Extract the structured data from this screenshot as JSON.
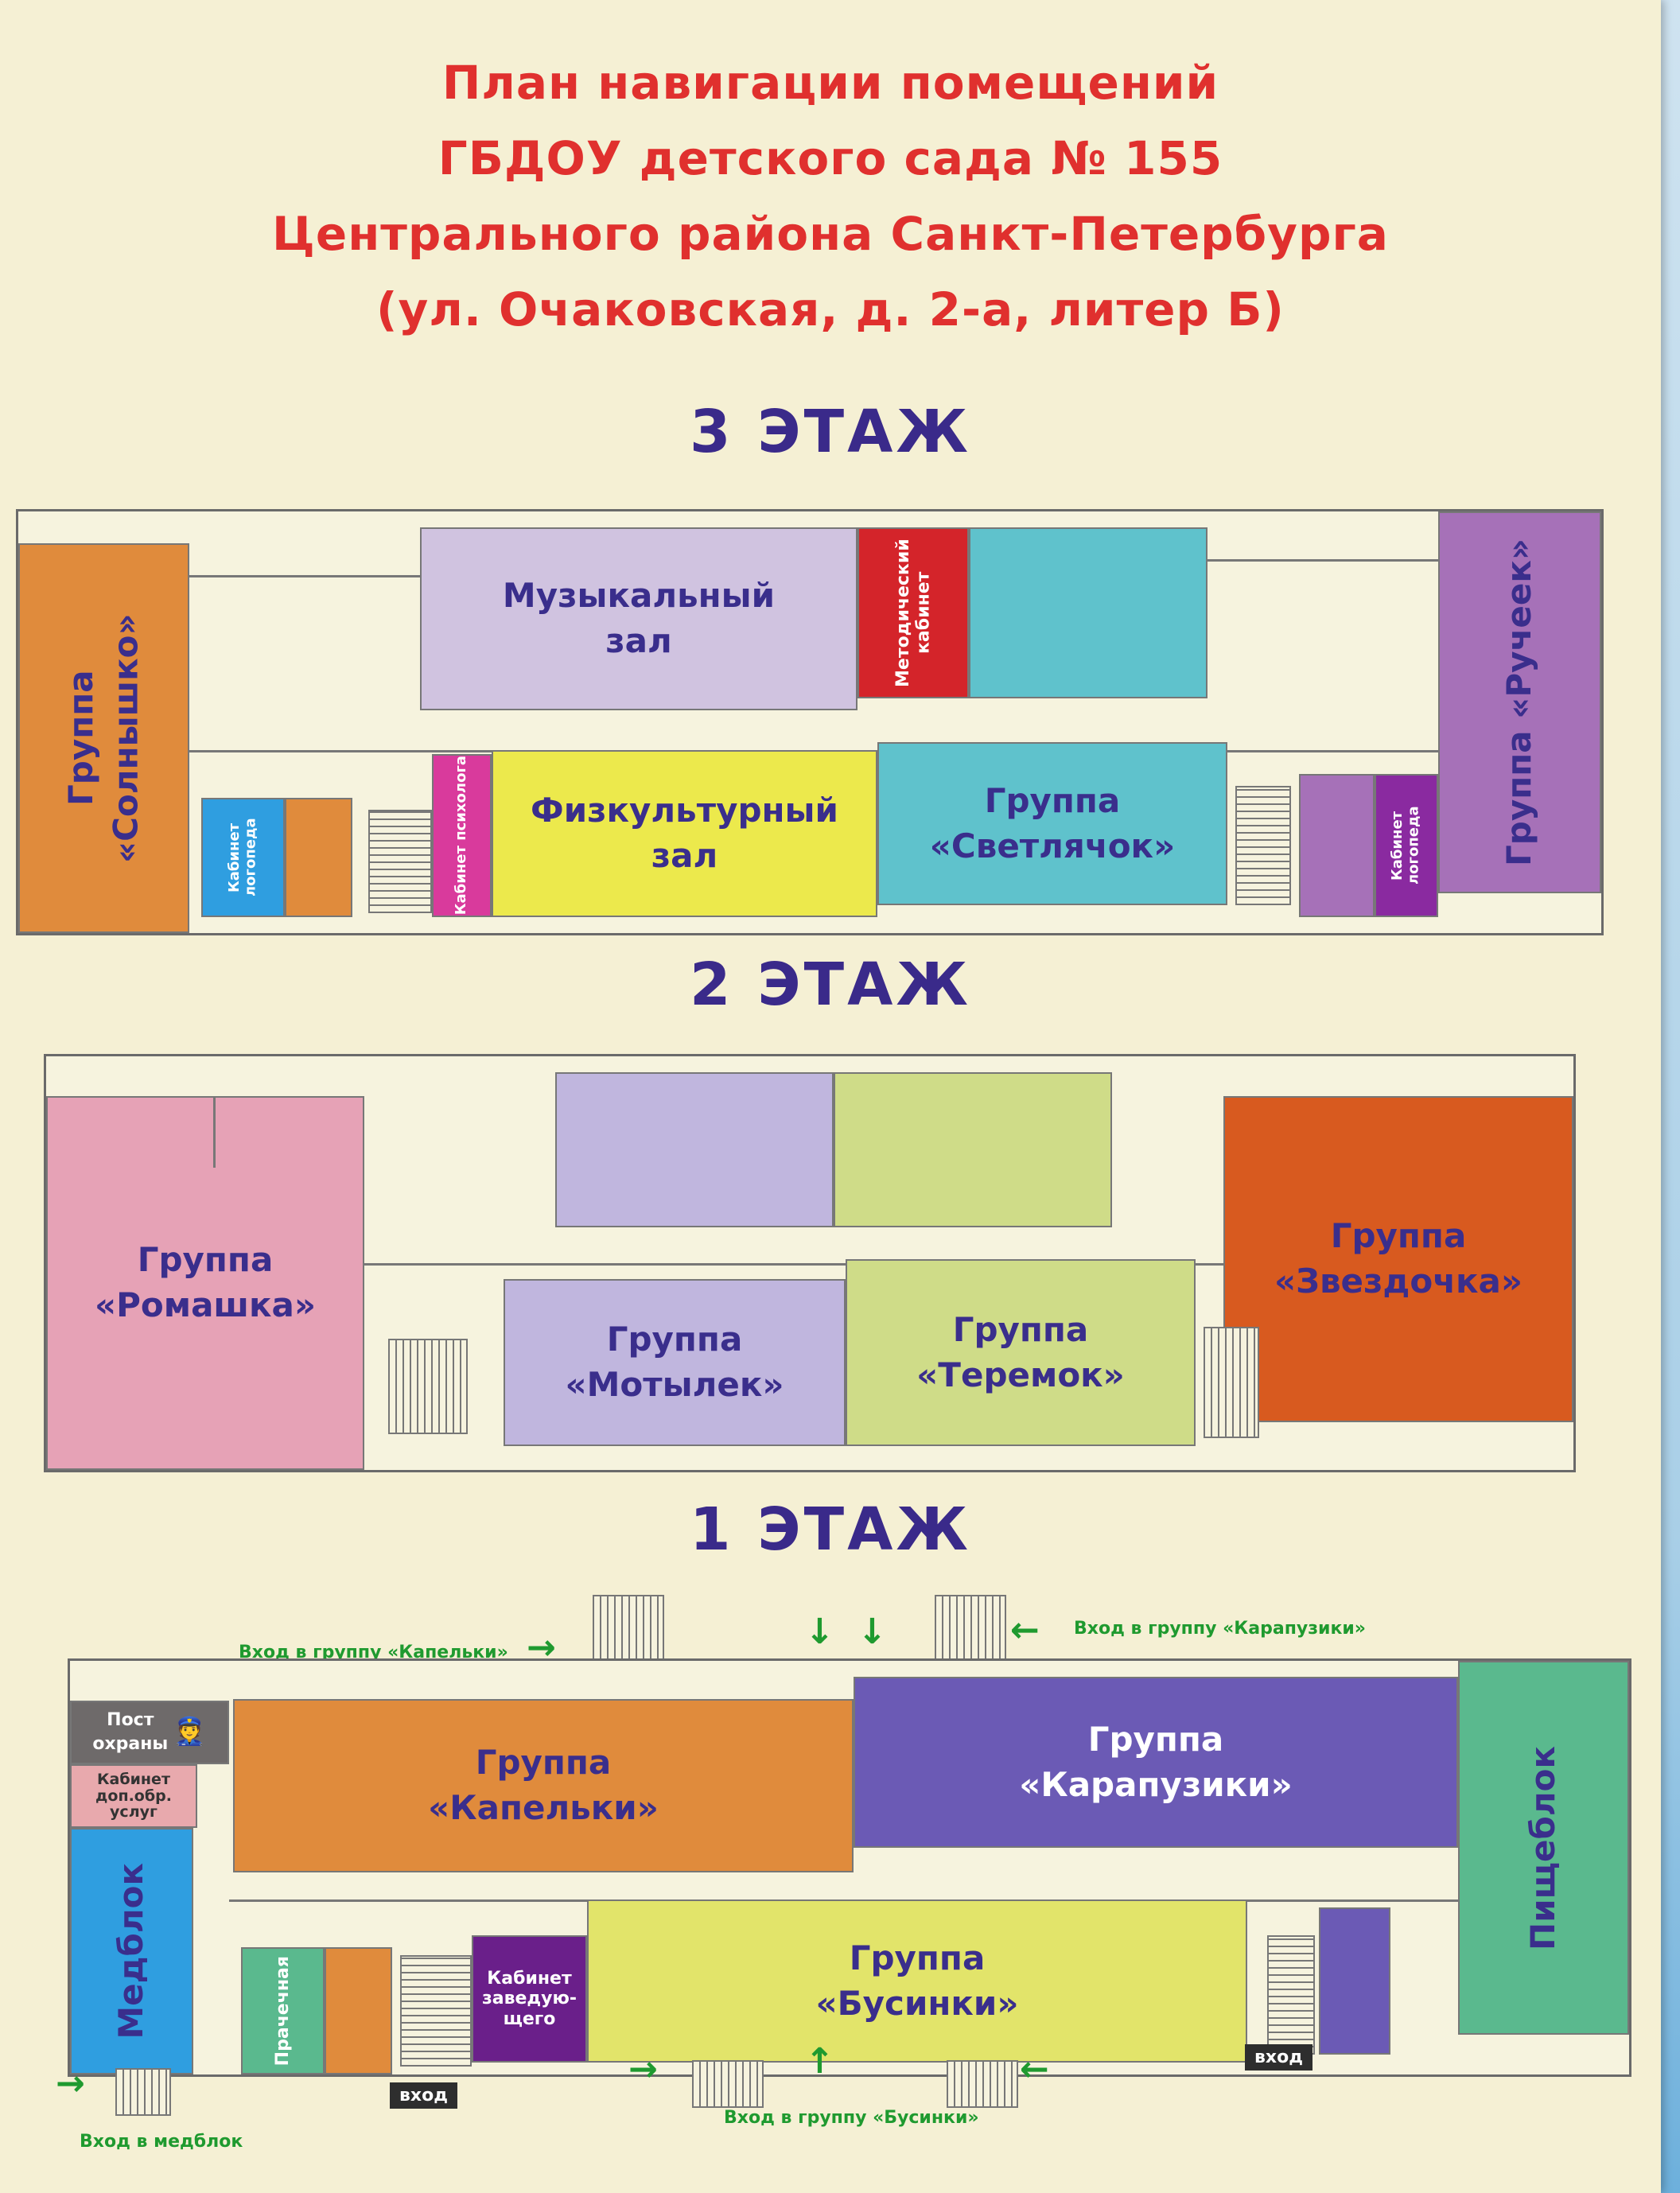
{
  "title_lines": [
    "План навигации помещений",
    "ГБДОУ детского сада № 155",
    "Центрального района Санкт-Петербурга",
    "(ул. Очаковская, д. 2-а, литер Б)"
  ],
  "floor3": {
    "heading": "3 ЭТАЖ",
    "rooms": {
      "solnyshko": "Группа «Солнышко»",
      "muz_zal_1": "Музыкальный",
      "muz_zal_2": "зал",
      "metod": "Методический кабинет",
      "rucheek": "Группа «Ручеек»",
      "logoped_left": "Кабинет логопеда",
      "psiholog": "Кабинет психолога",
      "fiz_zal_1": "Физкультурный",
      "fiz_zal_2": "зал",
      "svetlyachok_1": "Группа",
      "svetlyachok_2": "«Светлячок»",
      "logoped_right": "Кабинет логопеда"
    }
  },
  "floor2": {
    "heading": "2 ЭТАЖ",
    "rooms": {
      "romashka_1": "Группа",
      "romashka_2": "«Ромашка»",
      "zvezdochka_1": "Группа",
      "zvezdochka_2": "«Звездочка»",
      "motylek_1": "Группа",
      "motylek_2": "«Мотылек»",
      "teremok_1": "Группа",
      "teremok_2": "«Теремок»"
    }
  },
  "floor1": {
    "heading": "1 ЭТАЖ",
    "rooms": {
      "post_1": "Пост",
      "post_2": "охраны",
      "dop_1": "Кабинет",
      "dop_2": "доп.обр.",
      "dop_3": "услуг",
      "kapelki_1": "Группа",
      "kapelki_2": "«Капельки»",
      "karapuziki_1": "Группа",
      "karapuziki_2": "«Карапузики»",
      "pishcheblok": "Пищеблок",
      "medblok": "Медблок",
      "prachechnaya": "Прачечная",
      "zaved_1": "Кабинет",
      "zaved_2": "заведую-",
      "zaved_3": "щего",
      "businki_1": "Группа",
      "businki_2": "«Бусинки»"
    },
    "labels": {
      "vhod_kapelki": "Вход в группу «Капельки»",
      "vhod_karapuziki": "Вход в группу «Карапузики»",
      "vhod_businki": "Вход в группу «Бусинки»",
      "vhod_medblok": "Вход в медблок",
      "vhod": "вход"
    }
  },
  "colors": {
    "title": "#e0302e",
    "heading": "#3a2a8a",
    "orange": "#e08b3c",
    "lilac": "#d0c3e0",
    "red": "#d4242a",
    "teal": "#5fc2cc",
    "purple": "#a671b8",
    "magenta": "#d93a9c",
    "yellow": "#ece94c",
    "blue": "#2f9ee0",
    "pink": "#e6a2b6",
    "orange_red": "#d85a1f",
    "light_purple": "#c0b6de",
    "lime": "#cfdc88",
    "gray": "#6e6a6a",
    "light_pink": "#e8a9ad",
    "violet": "#6b5ab5",
    "green": "#5ab98e",
    "dark_violet": "#6a1f8a",
    "yellow_green": "#e2e46a",
    "entrance_green": "#1f9a2f"
  }
}
